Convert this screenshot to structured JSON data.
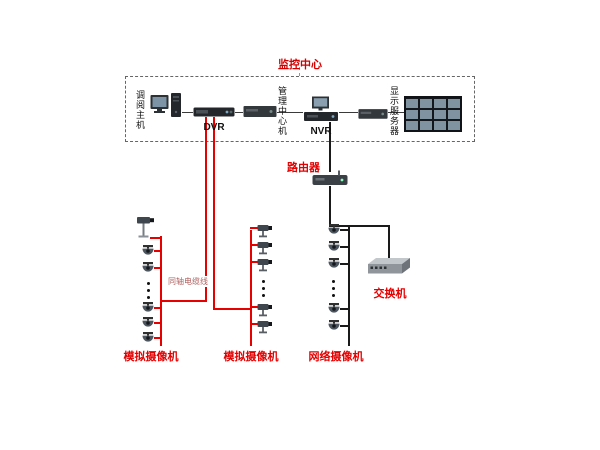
{
  "title": "监控中心",
  "center": {
    "host_label": "调阅主机",
    "dvr_label": "DVR",
    "mgmt_label": "管理中心机",
    "nvr_label": "NVR",
    "display_label": "显示服务器"
  },
  "network": {
    "router_label": "路由器",
    "switch_label": "交换机"
  },
  "cable_label": "同轴电缆线",
  "camera_groups": [
    {
      "label": "模拟摄像机",
      "type": "analog"
    },
    {
      "label": "模拟摄像机",
      "type": "analog"
    },
    {
      "label": "网络摄像机",
      "type": "network"
    }
  ],
  "colors": {
    "analog_line": "#e60000",
    "network_line": "#1a1a1a",
    "label_red": "#e60000"
  }
}
